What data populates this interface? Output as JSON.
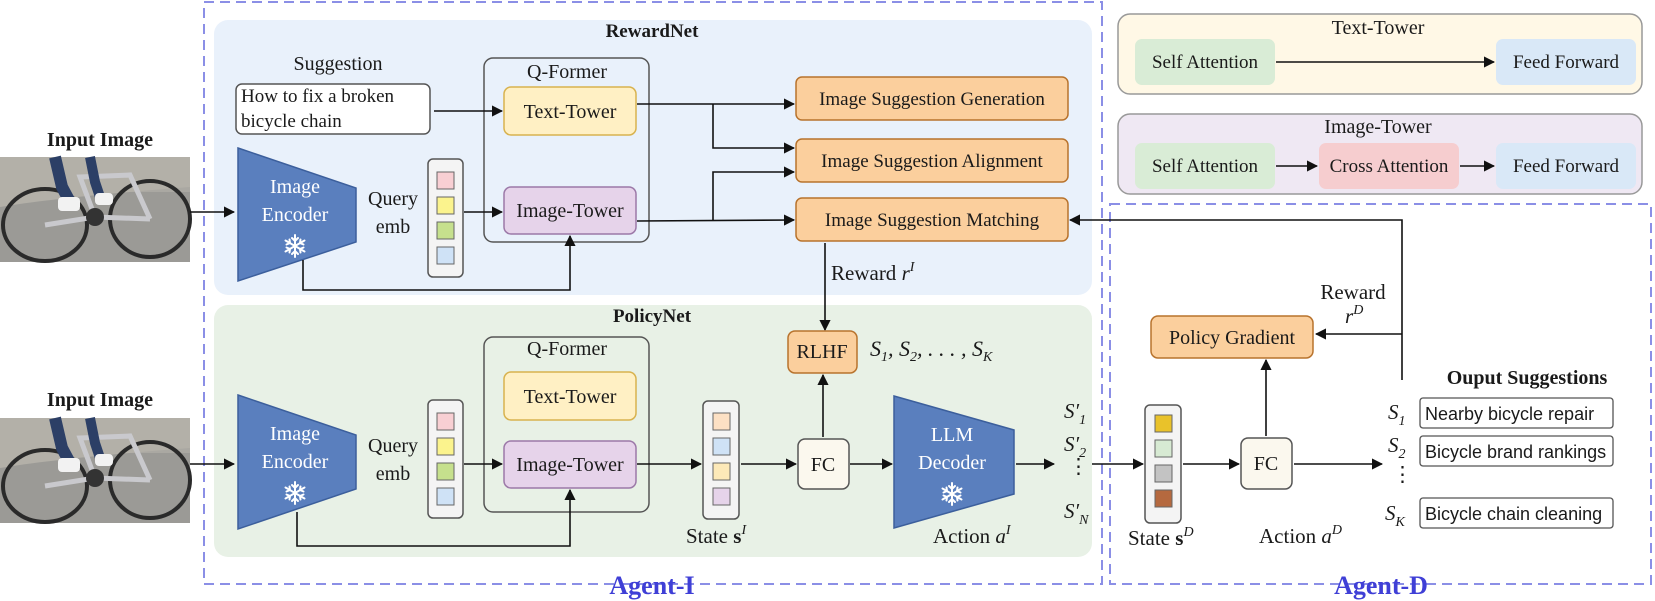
{
  "colors": {
    "agent_border": "#8b8fe6",
    "agent_label": "#3f3fd6",
    "rewardnet_bg": "#e9f1fb",
    "policynet_bg": "#e8f1e6",
    "text_tower_fill": "#fff0c4",
    "image_tower_fill": "#e6d3ea",
    "encoder_fill": "#5a7fbe",
    "task_fill": "#fbcf9d",
    "task_border": "#b8732d",
    "self_attn_fill": "#d9ecd6",
    "cross_attn_fill": "#f6cdcf",
    "ff_fill": "#d9e8f7"
  },
  "icons": {
    "frozen": "snowflake-icon",
    "photo": "bicycle-photo"
  },
  "labels": {
    "input_image": "Input Image",
    "rewardnet": "RewardNet",
    "policynet": "PolicyNet",
    "suggestion": "Suggestion",
    "suggestion_text_line1": "How to fix a broken",
    "suggestion_text_line2": "bicycle chain",
    "qformer": "Q-Former",
    "text_tower": "Text-Tower",
    "image_tower": "Image-Tower",
    "image_encoder_line1": "Image",
    "image_encoder_line2": "Encoder",
    "query_line1": "Query",
    "query_line2": "emb",
    "task_generation": "Image Suggestion Generation",
    "task_alignment": "Image Suggestion Alignment",
    "task_matching": "Image Suggestion Matching",
    "reward_i": "Reward",
    "rlhf": "RLHF",
    "s_sequence": "S₁, S₂, . . . , S_K",
    "fc": "FC",
    "llm_line1": "LLM",
    "llm_line2": "Decoder",
    "state_i": "State",
    "action_i": "Action",
    "agent_i": "Agent-I",
    "agent_d": "Agent-D",
    "policy_gradient": "Policy Gradient",
    "reward_d": "Reward",
    "state_d": "State",
    "action_d": "Action",
    "output_suggestions": "Ouput Suggestions",
    "self_attention": "Self Attention",
    "cross_attention": "Cross Attention",
    "feed_forward": "Feed Forward",
    "legend_text_tower": "Text-Tower",
    "legend_image_tower": "Image-Tower"
  },
  "outputs": [
    {
      "label": "S₁",
      "text": "Nearby bicycle repair"
    },
    {
      "label": "S₂",
      "text": "Bicycle brand rankings"
    },
    {
      "label": "S_K",
      "text": "Bicycle chain cleaning"
    }
  ]
}
